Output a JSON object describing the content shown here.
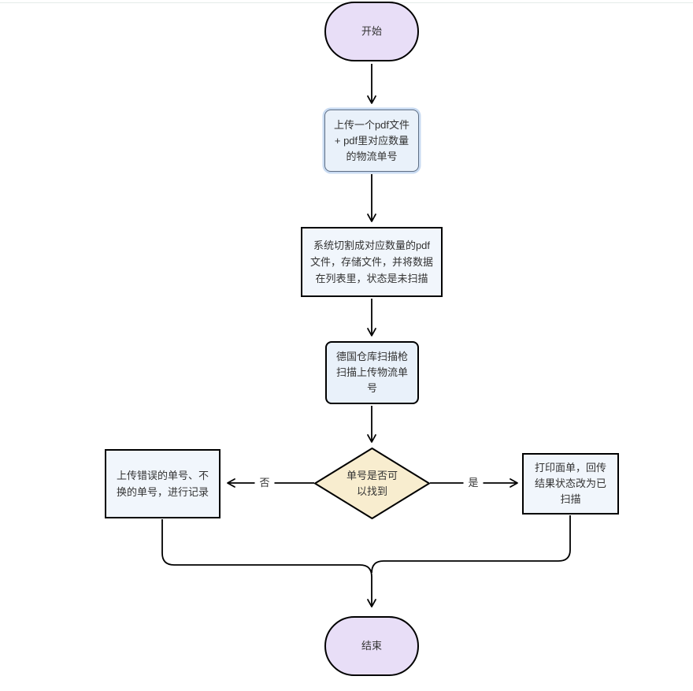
{
  "page": {
    "background": "#ffffff",
    "top_border_color": "#e4ebe9"
  },
  "flowchart": {
    "nodes": {
      "start": {
        "type": "terminator",
        "label": "开始"
      },
      "upload": {
        "type": "process-highlighted",
        "lines": [
          "上传一个pdf文件",
          "+ pdf里对应数量",
          "的物流单号"
        ]
      },
      "split": {
        "type": "process",
        "lines": [
          "系统切割成对应数量的pdf",
          "文件，存储文件，并将数据",
          "在列表里，状态是未扫描"
        ]
      },
      "scan": {
        "type": "process-rounded",
        "lines": [
          "德国仓库扫描枪",
          "扫描上传物流单",
          "号"
        ]
      },
      "decision": {
        "type": "decision",
        "lines": [
          "单号是否可",
          "以找到"
        ]
      },
      "record_error": {
        "type": "process",
        "lines": [
          "上传错误的单号、不",
          "换的单号，进行记录"
        ]
      },
      "print_label": {
        "type": "process",
        "lines": [
          "打印面单，回传",
          "结果状态改为已",
          "扫描"
        ]
      },
      "end": {
        "type": "terminator",
        "label": "结束"
      }
    },
    "edge_labels": {
      "no": "否",
      "yes": "是"
    },
    "colors": {
      "terminator_fill": "#e8def7",
      "process_fill": "#f1f6fc",
      "rounded_fill": "#e9f1fa",
      "decision_fill": "#f8edcf",
      "stroke": "#000000",
      "highlight_border": "#5f6f85",
      "highlight_glow": "#c9dbf2",
      "text": "#333333"
    }
  }
}
